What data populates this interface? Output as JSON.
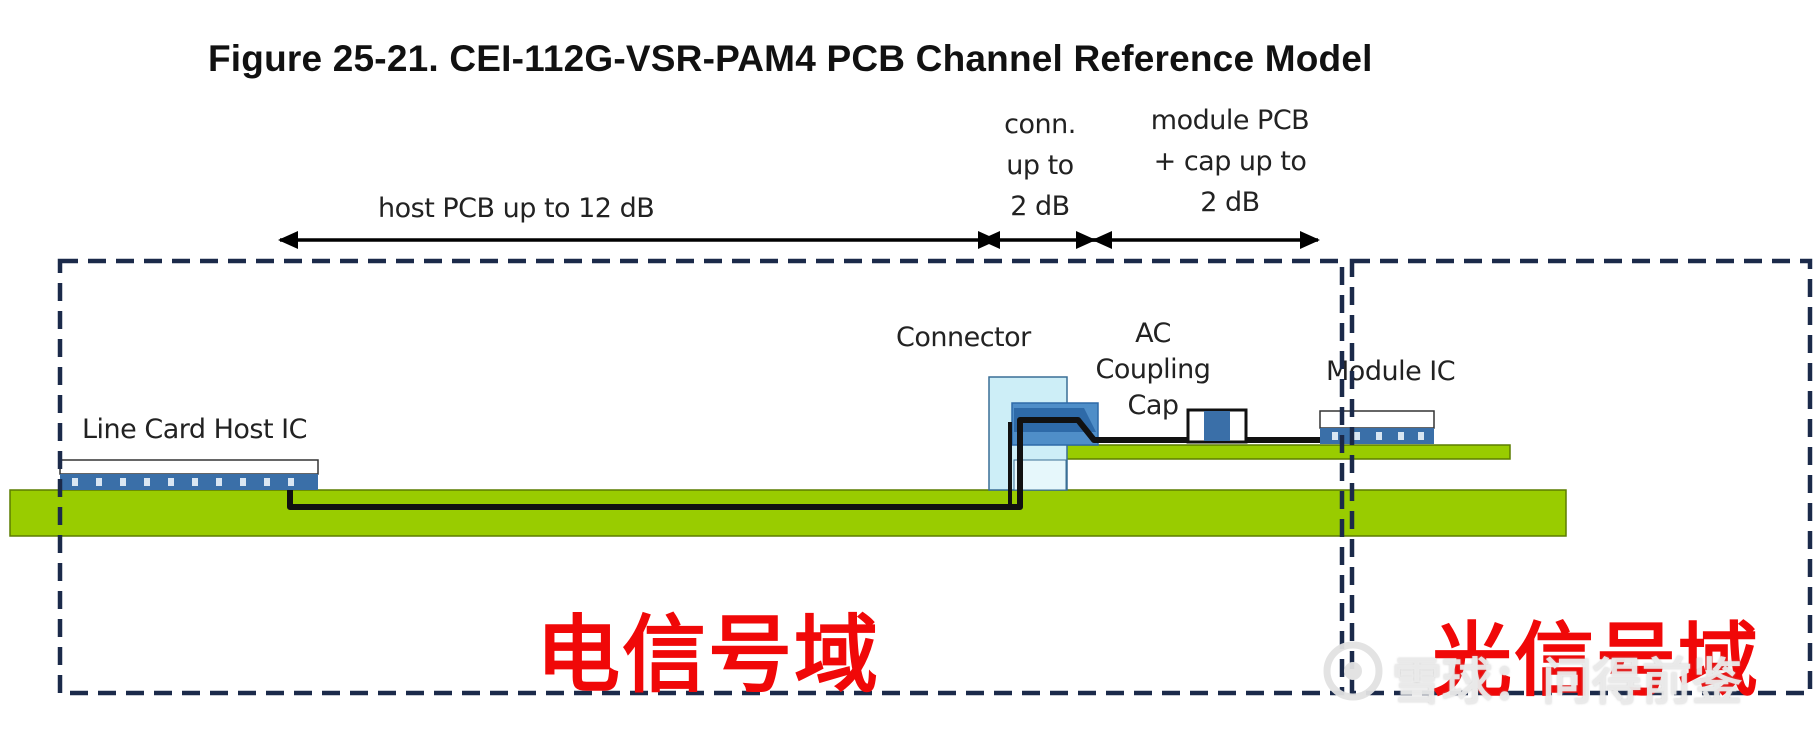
{
  "figure": {
    "title": "Figure 25-21. CEI-112G-VSR-PAM4 PCB Channel Reference Model"
  },
  "spans": {
    "host_pcb": "host PCB up to  12 dB",
    "conn": [
      "conn.",
      "up to",
      "2  dB"
    ],
    "module_pcb": [
      "module PCB",
      "+ cap up to",
      "2 dB"
    ]
  },
  "components": {
    "connector": "Connector",
    "ac_coupling_cap": [
      "AC",
      "Coupling",
      "Cap"
    ],
    "module_ic": "Module IC",
    "line_card_host_ic": "Line Card Host IC"
  },
  "domains": {
    "electrical": "电信号域",
    "optical": "光信号域"
  },
  "watermark": {
    "text": "雪球：问得前鉴"
  },
  "colors": {
    "pcb_green": "#99cc00",
    "trace_black": "#111111",
    "connector_light": "#cdeef7",
    "connector_dark": "#2e6aa8",
    "chip_blue": "#3a6fa8",
    "dashed_box": "#1b2a4a",
    "domain_red": "#f00808"
  }
}
